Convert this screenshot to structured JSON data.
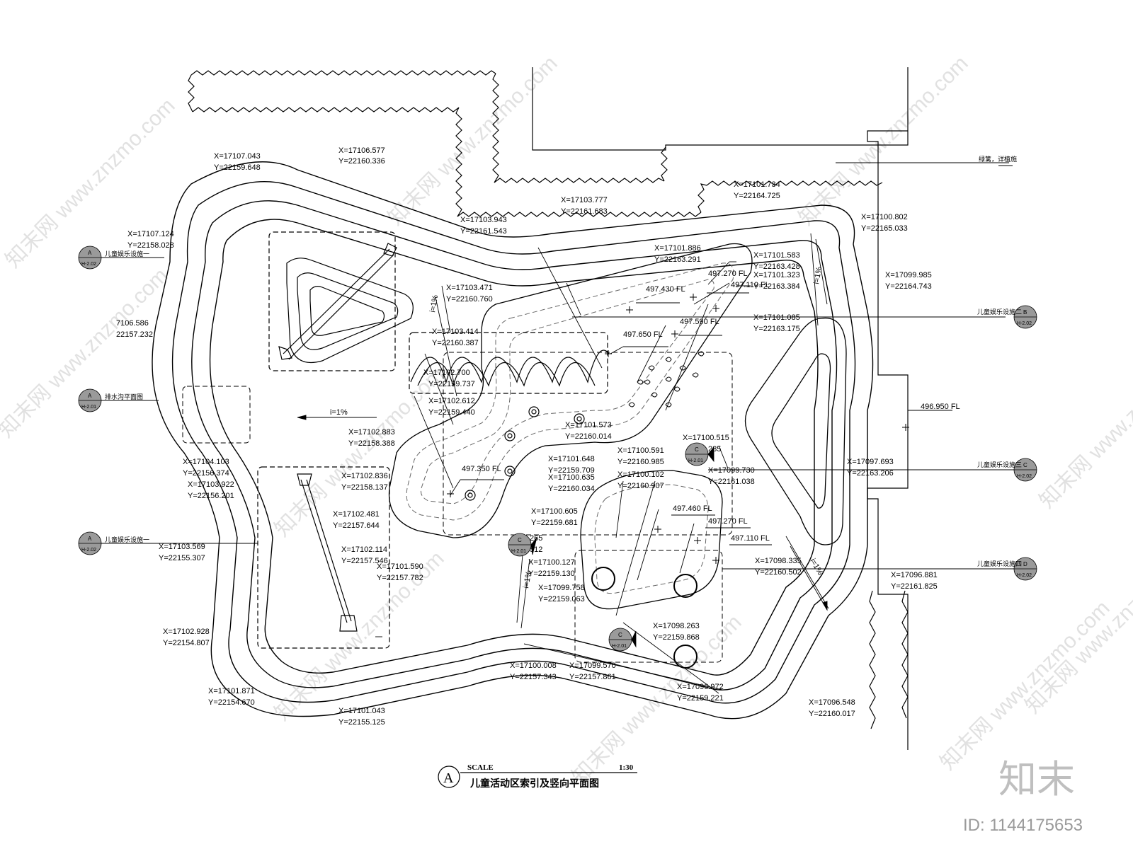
{
  "title": {
    "letter": "A",
    "scale_label": "SCALE",
    "scale_value": "1:30",
    "name": "儿童活动区索引及竖向平面图"
  },
  "watermark": {
    "text": "知末网 www.znzmo.com",
    "brand": "知末",
    "id": "ID: 1144175653"
  },
  "coords": [
    "X=17107.043",
    "Y=22159.648",
    "X=17106.577",
    "Y=22160.336",
    "X=17107.124",
    "Y=22158.028",
    "X=17103.777",
    "Y=22161.683",
    "X=17103.943",
    "Y=22161.543",
    "X=17101.734",
    "Y=22164.725",
    "X=17100.802",
    "Y=22165.033",
    "X=17099.985",
    "Y=22164.743",
    "X=17101.886",
    "Y=22163.291",
    "X=17101.583",
    "Y=22163.428",
    "X=17101.323",
    "Y=22163.384",
    "X=17103.471",
    "Y=22160.760",
    "X=17101.085",
    "Y=22163.175",
    "7106.586",
    "22157.232",
    "X=17103.414",
    "Y=22160.387",
    "X=17102.700",
    "Y=22159.737",
    "X=17102.612",
    "Y=22159.440",
    "X=17101.573",
    "Y=22160.014",
    "X=17102.883",
    "Y=22158.388",
    "X=17100.515",
    "285",
    "X=17104.103",
    "Y=22156.374",
    "X=17101.648",
    "Y=22159.709",
    "X=17100.591",
    "Y=22160.985",
    "X=17103.922",
    "Y=22156.201",
    "X=17102.836",
    "Y=22158.137",
    "X=17100.635",
    "Y=22160.034",
    "X=17100.102",
    "Y=22160.907",
    "X=17099.730",
    "Y=22161.038",
    "X=17097.693",
    "Y=22163.206",
    "X=17102.481",
    "Y=22157.644",
    "X=17100.605",
    "Y=22159.681",
    "265",
    "512",
    "X=17103.569",
    "Y=22155.307",
    "X=17102.114",
    "Y=22157.546",
    "X=17101.590",
    "Y=22157.782",
    "X=17100.127",
    "Y=22159.130",
    "X=17099.758",
    "Y=22159.063",
    "X=17098.335",
    "Y=22160.502",
    "X=17096.881",
    "Y=22161.825",
    "X=17102.928",
    "Y=22154.807",
    "X=17098.263",
    "Y=22159.868",
    "X=17100.008",
    "Y=22157.343",
    "X=17099.570",
    "Y=22157.861",
    "X=17096.972",
    "Y=22159.221",
    "X=17101.871",
    "Y=22154.670",
    "X=17096.548",
    "Y=22160.017",
    "X=17101.043",
    "Y=22155.125"
  ],
  "elevations": [
    "497.270 FL",
    "497.430 FL",
    "497.110 FL",
    "497.590 FL",
    "497.650 FL",
    "497.350 FL",
    "497.460 FL",
    "497.270 FL",
    "497.110 FL",
    "496.950 FL"
  ],
  "slopes": [
    "i=1%",
    "i=1%",
    "i=1%",
    "i=1%",
    "i=1%"
  ],
  "notes": [
    "绿篱，详植施"
  ],
  "callouts": [
    {
      "letter": "A",
      "ref": "H-2.02",
      "label": "儿童娱乐设施一"
    },
    {
      "letter": "A",
      "ref": "H-2.01",
      "label": "排水沟平面图"
    },
    {
      "letter": "A",
      "ref": "H-2.02",
      "label": "儿童娱乐设施一"
    },
    {
      "letter": "B",
      "ref": "H-2.02",
      "label": "儿童娱乐设施二"
    },
    {
      "letter": "C",
      "ref": "H-2.02",
      "label": "儿童娱乐设施三"
    },
    {
      "letter": "D",
      "ref": "H-2.02",
      "label": "儿童娱乐设施四"
    },
    {
      "letter": "C",
      "ref": "H-2.01",
      "label": ""
    },
    {
      "letter": "C",
      "ref": "H-2.01",
      "label": ""
    },
    {
      "letter": "C",
      "ref": "H-2.01",
      "label": ""
    }
  ]
}
